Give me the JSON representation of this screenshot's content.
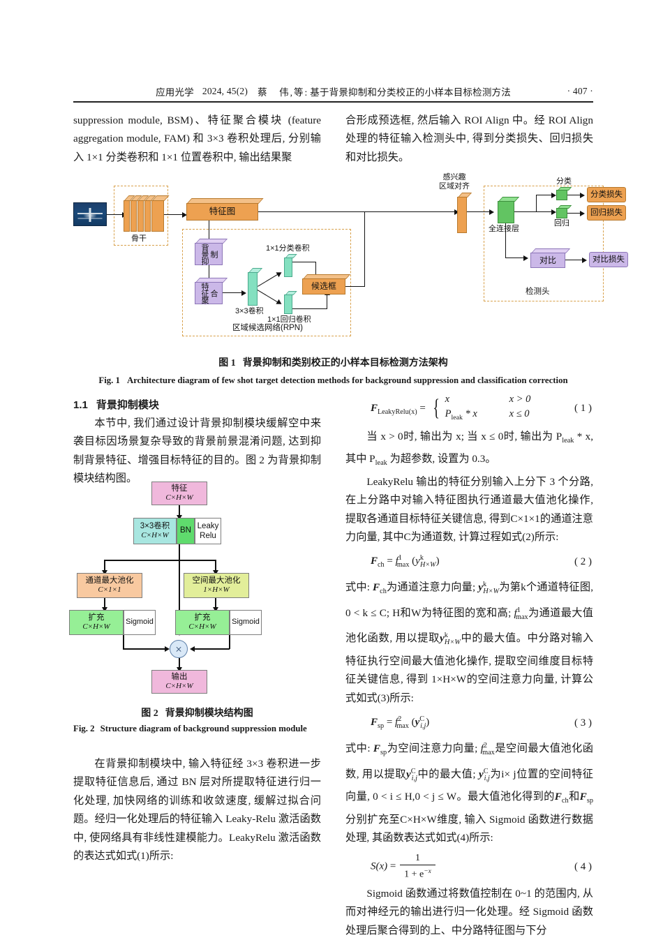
{
  "header": {
    "journal": "应用光学",
    "issue": "2024, 45(2)",
    "authors": "蔡　伟,等:",
    "article_title": "基于背景抑制和分类校正的小样本目标检测方法",
    "page_number": "· 407 ·"
  },
  "left_column": {
    "para_continuation": "suppression module, BSM)、特征聚合模块 (feature aggregation module, FAM) 和 3×3 卷积处理后, 分别输入 1×1 分类卷积和 1×1 位置卷积中, 输出结果聚",
    "section_number": "1.1",
    "section_title": "背景抑制模块",
    "para_1": "本节中, 我们通过设计背景抑制模块缓解空中来袭目标因场景复杂导致的背景前景混淆问题, 达到抑制背景特征、增强目标特征的目的。图 2 为背景抑制模块结构图。",
    "para_2": "在背景抑制模块中, 输入特征经 3×3 卷积进一步提取特征信息后, 通过 BN 层对所提取特征进行归一化处理, 加快网络的训练和收敛速度, 缓解过拟合问题。经归一化处理后的特征输入 Leaky-Relu 激活函数中, 使网络具有非线性建模能力。LeakyRelu 激活函数的表达式如式(1)所示:"
  },
  "right_column": {
    "para_continuation": "合形成预选框, 然后输入 ROI Align 中。经 ROI Align 处理的特征输入检测头中, 得到分类损失、回归损失和对比损失。",
    "para_after_eq1": "当 x > 0时, 输出为 x; 当 x ≤ 0时, 输出为 P",
    "para_after_eq1_b": " * x, 其中 P",
    "para_after_eq1_c": " 为超参数, 设置为 0.3。",
    "para_2": "LeakyRelu 输出的特征分别输入上分下 3 个分路, 在上分路中对输入特征图执行通道最大值池化操作, 提取各通道目标特征关键信息, 得到C×1×1的通道注意力向量, 其中C为通道数, 计算过程如式(2)所示:",
    "para_after_eq2_1": "式中: ",
    "para_after_eq2_2": "为通道注意力向量; ",
    "para_after_eq2_3": "为第k个通道特征图, 0 < k ≤ C; H和W为特征图的宽和高; ",
    "para_after_eq2_4": "为通道最大值池化函数, 用以提取",
    "para_after_eq2_5": "中的最大值。中分路对输入特征执行空间最大值池化操作, 提取空间维度目标特征关键信息, 得到 1×H×W的空间注意力向量, 计算公式如式(3)所示:",
    "para_after_eq3_1": "式中: ",
    "para_after_eq3_2": "为空间注意力向量; ",
    "para_after_eq3_3": "是空间最大值池化函数, 用以提取",
    "para_after_eq3_4": "中的最大值; ",
    "para_after_eq3_5": "为i× j位置的空间特征向量, 0 < i ≤ H,0 < j ≤ W。最大值池化得到的",
    "para_after_eq3_6": "和",
    "para_after_eq3_7": "分别扩充至C×H×W维度, 输入 Sigmoid 函数进行数据处理, 其函数表达式如式(4)所示:",
    "para_final": "Sigmoid 函数通过将数值控制在 0~1 的范围内, 从而对神经元的输出进行归一化处理。经 Sigmoid 函数处理后聚合得到的上、中分路特征图与下分"
  },
  "equations": {
    "eq1": {
      "lhs": "F",
      "lhs_sub": "LeakyRelu(x)",
      "eq": "=",
      "case1_lhs": "x",
      "case1_rhs": "x > 0",
      "case2_lhs_a": "P",
      "case2_lhs_sub": "leak",
      "case2_lhs_b": " * x",
      "case2_rhs": "x ≤ 0",
      "number": "( 1 )"
    },
    "eq2": {
      "lhs": "F",
      "lhs_sub": "ch",
      "eq": "=",
      "fn": "f",
      "fn_sup": "1",
      "fn_sub": "max",
      "arg": "y",
      "arg_sup": "k",
      "arg_sub": "H×W",
      "number": "( 2 )"
    },
    "eq3": {
      "lhs": "F",
      "lhs_sub": "sp",
      "eq": "=",
      "fn": "f",
      "fn_sup": "2",
      "fn_sub": "max",
      "arg": "y",
      "arg_sup": "C",
      "arg_sub": "i,j",
      "number": "( 3 )"
    },
    "eq4": {
      "lhs": "S(x)",
      "eq": "=",
      "numerator": "1",
      "denominator_a": "1 + e",
      "denominator_sup": "−x",
      "number": "( 4 )"
    }
  },
  "figure1": {
    "caption_cn_label": "图 1",
    "caption_cn_text": "背景抑制和类别校正的小样本目标检测方法架构",
    "caption_en_label": "Fig. 1",
    "caption_en_text": "Architecture diagram of few shot target detection methods for background suppression and classification correction",
    "nodes": {
      "input_image": "input-aerial-target-image",
      "backbone": "骨干",
      "feature_map": "特征图",
      "bg_suppression": "背景抑制",
      "feature_aggregation": "特征聚合",
      "conv3x3": "3×3卷积",
      "conv1x1_cls": "1×1分类卷积",
      "conv1x1_reg": "1×1回归卷积",
      "proposal_box": "候选框",
      "rpn": "区域候选网络(RPN)",
      "roi_align": "感兴趣\n区域对齐",
      "roi_align_l1": "感兴趣",
      "roi_align_l2": "区域对齐",
      "fc_layer": "全连接层",
      "classification": "分类",
      "regression": "回归",
      "cls_loss": "分类损失",
      "reg_loss": "回归损失",
      "contrast": "对比",
      "contrast_loss": "对比损失",
      "detection_head": "检测头"
    }
  },
  "figure2": {
    "caption_cn_label": "图 2",
    "caption_cn_text": "背景抑制模块结构图",
    "caption_en_label": "Fig. 2",
    "caption_en_text": "Structure diagram of background suppression module",
    "nodes": {
      "feature": "特征",
      "feature_dims": "C×H×W",
      "conv3x3": "3×3卷积",
      "conv3x3_dims": "C×H×W",
      "bn": "BN",
      "leaky_relu_l1": "Leaky",
      "leaky_relu_l2": "Relu",
      "channel_maxpool": "通道最大池化",
      "channel_maxpool_dims": "C×1×1",
      "spatial_maxpool": "空间最大池化",
      "spatial_maxpool_dims": "1×H×W",
      "expand_left": "扩充",
      "expand_left_dims": "C×H×W",
      "sigmoid_left": "Sigmoid",
      "expand_right": "扩充",
      "expand_right_dims": "C×H×W",
      "sigmoid_right": "Sigmoid",
      "multiply": "×",
      "output": "输出",
      "output_dims": "C×H×W"
    }
  },
  "colors": {
    "orange": "#eda151",
    "purple": "#cbb8e8",
    "green": "#62c462",
    "mint": "#84e0c0",
    "dashed_border": "#d8a04a",
    "pink": "#f0b8dc",
    "cyan": "#a8e6e0",
    "peach": "#f8c9a0",
    "lime": "#e2ee9a",
    "light_green": "#96ef96"
  }
}
